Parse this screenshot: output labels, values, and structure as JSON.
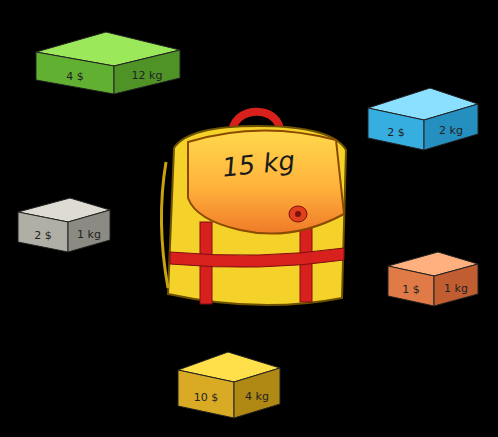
{
  "diagram": {
    "nodes": [
      {
        "text": [
          "4 $",
          "12 kg"
        ]
      },
      {
        "text": [
          "2 $",
          "2 kg"
        ]
      },
      {
        "text": [
          "15 kg"
        ]
      },
      {
        "text": [
          "2 $",
          "1 kg"
        ]
      },
      {
        "text": [
          "1 $",
          "1 kg"
        ]
      },
      {
        "text": [
          "10 $",
          "4 kg"
        ]
      }
    ]
  }
}
